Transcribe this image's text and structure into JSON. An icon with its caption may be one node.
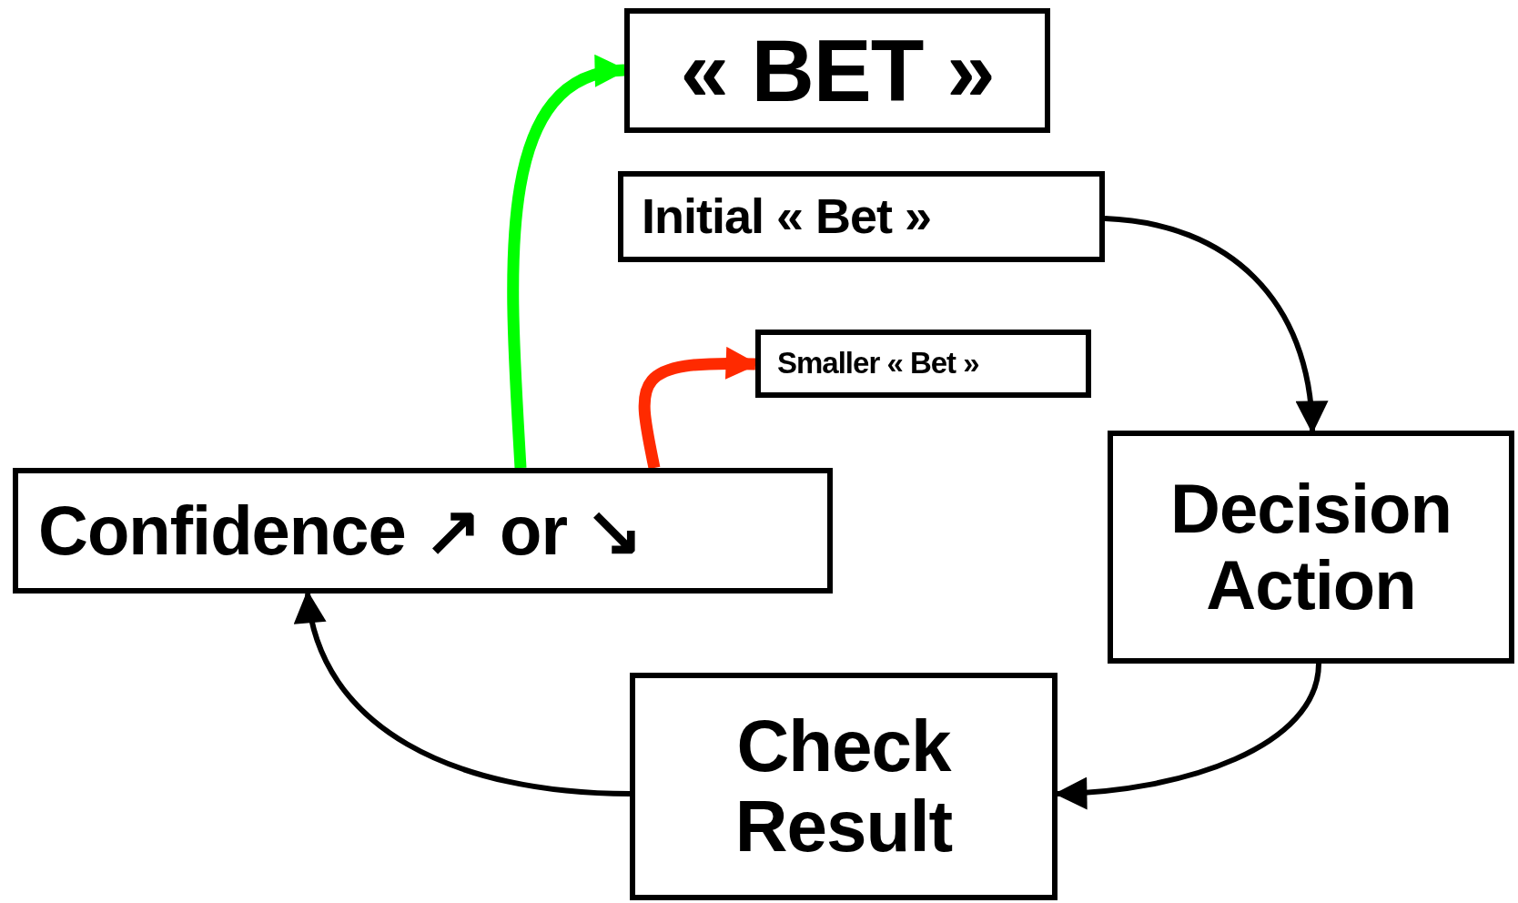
{
  "diagram": {
    "nodes": [
      {
        "text": [
          "« BET »"
        ]
      },
      {
        "text": [
          "Initial « Bet »"
        ]
      },
      {
        "text": [
          "Smaller « Bet »"
        ]
      },
      {
        "text": [
          "Confidence ↗ or ↘"
        ]
      },
      {
        "text": [
          "Decision Action"
        ]
      },
      {
        "text": [
          "Check Result"
        ]
      }
    ],
    "edges": [
      {
        "from": 1,
        "to": 4,
        "arrow": "to"
      },
      {
        "from": 4,
        "to": 5,
        "arrow": "to"
      },
      {
        "from": 5,
        "to": 3,
        "arrow": "to"
      },
      {
        "from": 3,
        "to": 0,
        "arrow": "to",
        "style": "thick",
        "color": "#00ff00"
      },
      {
        "from": 3,
        "to": 2,
        "arrow": "to",
        "style": "thick",
        "color": "#ff2a00"
      }
    ]
  }
}
